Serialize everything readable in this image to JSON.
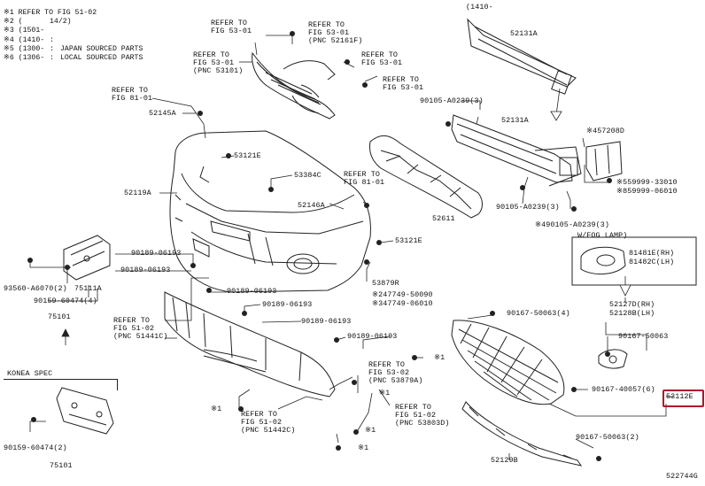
{
  "legend": {
    "header": "※1 REFER TO FIG 51-02",
    "rows": [
      {
        "key": "※2 (",
        "val": "14/2)",
        "desc": ""
      },
      {
        "key": "※3 (1501-",
        "val": "",
        "desc": ""
      },
      {
        "key": "※4 (1410-",
        "val": ":",
        "desc": ""
      },
      {
        "key": "※5 (1300-",
        "val": ":",
        "desc": "JAPAN SOURCED PARTS"
      },
      {
        "key": "※6 (1306-",
        "val": ":",
        "desc": "LOCAL SOURCED PARTS"
      }
    ]
  },
  "labels": {
    "ref_5301_a": "REFER TO\nFIG 53-01",
    "ref_5301_b": "REFER TO\nFIG 53-01\n(PNC 52161F)",
    "ref_5301_c": "REFER TO\nFIG 53-01\n(PNC 53101)",
    "ref_5301_d": "REFER TO\nFIG 53-01",
    "ref_5301_e": "REFER TO\nFIG 53-01",
    "ref_8101_a": "REFER TO\nFIG 81-01",
    "ref_8101_b": "REFER TO\nFIG 81-01",
    "p52145a": "52145A",
    "p53121e_a": "53121E",
    "p53384c": "53384C",
    "p52119a": "52119A",
    "p52146a": "52146A",
    "p53121e_b": "53121E",
    "p90189_06193_a": "90189-06193",
    "p90189_06193_b": "90189-06193",
    "p53879r": "53879R",
    "p247749": "※247749-50090",
    "p347749": "※347749-06010",
    "p90189_06193_c": "90189-06193",
    "p90189_06193_d": "90189-06193",
    "p90189_06193_e": "90189-06193",
    "p90189_06193_f": "90189-06193",
    "p93560": "93560-A6070(2)",
    "p75111a": "75111A",
    "p90159_a": "90159-60474(4)",
    "p75101_a": "75101",
    "ref_5102_a": "REFER TO\nFIG 51-02\n(PNC 51441C)",
    "ref_5302": "REFER TO\nFIG 53-02\n(PNC 53879A)",
    "ref_5102_b": "REFER TO\nFIG 51-02\n(PNC 51442C)",
    "ref_5102_c": "REFER TO\nFIG 51-02\n(PNC 53803D)",
    "konea": "KONEA SPEC",
    "p90159_b": "90159-60474(2)",
    "p75101_b": "75101",
    "star1_a": "※1",
    "star1_b": "※1",
    "star1_c": "※1",
    "star1_d": "※1",
    "star1_e": "※1",
    "p52131a_a": "52131A",
    "p52131a_b": "52131A",
    "p90105_a": "90105-A0239(3)",
    "p90105_b": "90105-A0239(3)",
    "p490105": "※490105-A0239(3)",
    "p457208d": "※457208D",
    "p559999": "※559999-33010",
    "p859999": "※859999-06010",
    "p52611": "52611",
    "fog": "W/FOG LAMP)",
    "p81481e": "81481E(RH)",
    "p81482c": "81482C(LH)",
    "p52127d": "52127D(RH)",
    "p52128b": "52128B(LH)",
    "p90167_50063_a": "90167-50063(4)",
    "p90167_50063_b": "90167-50063",
    "p90167_40057": "90167-40057(6)",
    "p53112e": "53112E",
    "p90167_50063_c": "90167-50063(2)",
    "p52129b": "52129B",
    "top_ref": "(1410-",
    "code": "522744G"
  }
}
